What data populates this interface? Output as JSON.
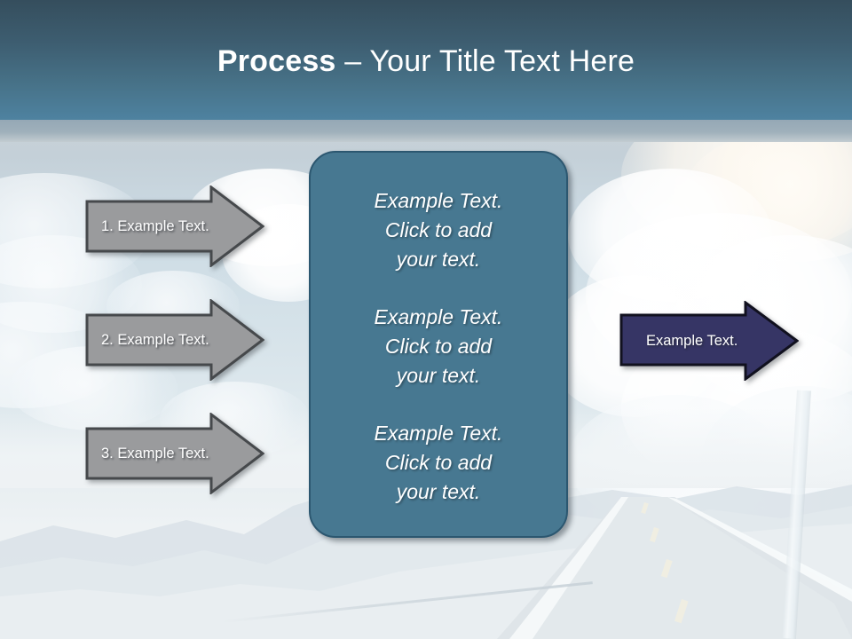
{
  "slide": {
    "title": {
      "bold_part": "Process",
      "rest_part": " – Your Title Text Here",
      "full": "Process – Your Title Text Here"
    },
    "theme": {
      "title_bar_top_color": "#354e5d",
      "title_bar_bottom_color": "#4e82a0",
      "panel_fill_color": "#477891",
      "panel_border_color": "#2c5770",
      "gray_arrow_fill_color": "#9a9b9d",
      "gray_arrow_border_color": "#46494c",
      "navy_arrow_fill_color": "#363565",
      "navy_arrow_border_color": "#11111f",
      "text_color": "#ffffff"
    }
  },
  "steps": [
    {
      "label": "1. Example Text."
    },
    {
      "label": "2. Example Text."
    },
    {
      "label": "3. Example Text."
    }
  ],
  "center_panel": {
    "blocks": [
      {
        "text": "Example Text.\nClick  to add\nyour text."
      },
      {
        "text": "Example Text.\nClick  to add\nyour text."
      },
      {
        "text": "Example Text.\nClick  to add\nyour text."
      }
    ]
  },
  "result_arrow": {
    "label": "Example Text."
  }
}
